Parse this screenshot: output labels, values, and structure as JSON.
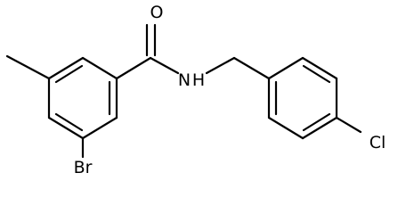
{
  "molecule": {
    "atom_labels": {
      "oxygen": "O",
      "amide_nitrogen": "N",
      "amide_hydrogen": "H",
      "bromine": "Br",
      "chlorine": "Cl"
    },
    "colors": {
      "bond": "#000000",
      "label": "#000000",
      "background": "#ffffff"
    }
  }
}
